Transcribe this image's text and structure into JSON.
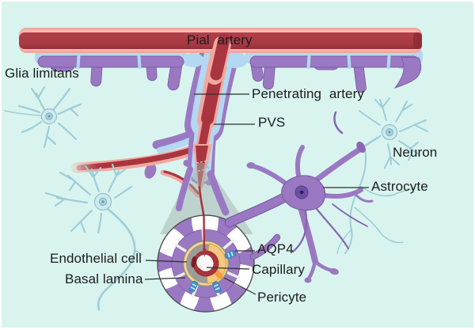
{
  "figure": {
    "type": "anatomical-diagram",
    "background_color": "#d9f4ef",
    "border_color": "#ffffff"
  },
  "labels": {
    "pial_artery": "Pial artery",
    "glia_limitans": "Glia limitans",
    "penetrating_artery": "Penetrating artery",
    "pvs": "PVS",
    "neuron": "Neuron",
    "astrocyte": "Astrocyte",
    "endothelial_cell": "Endothelial cell",
    "basal_lamina": "Basal lamina",
    "aqp4": "AQP4",
    "capillary": "Capillary",
    "pericyte": "Pericyte"
  },
  "palette": {
    "artery_red": "#a93a44",
    "artery_wall_pink": "#f2a79f",
    "pvs_blue": "#b4d7f2",
    "glia_purple": "#9a79c2",
    "glia_outline": "#7b5ca6",
    "neuron_blue": "#cfe9ed",
    "neuron_outline": "#94c6d2",
    "basal_lamina_tan": "#f0d79e",
    "pericyte_orange": "#f5c87e",
    "pericyte_nucleus": "#ef9d41",
    "endothelium_red": "#a8353f",
    "gray_matrix": "#9c9c98",
    "aqp4_channel_blue": "#3f93cc",
    "magnifier_cone_gray": "#a3b2ad",
    "label_color": "#1c1c1c"
  }
}
